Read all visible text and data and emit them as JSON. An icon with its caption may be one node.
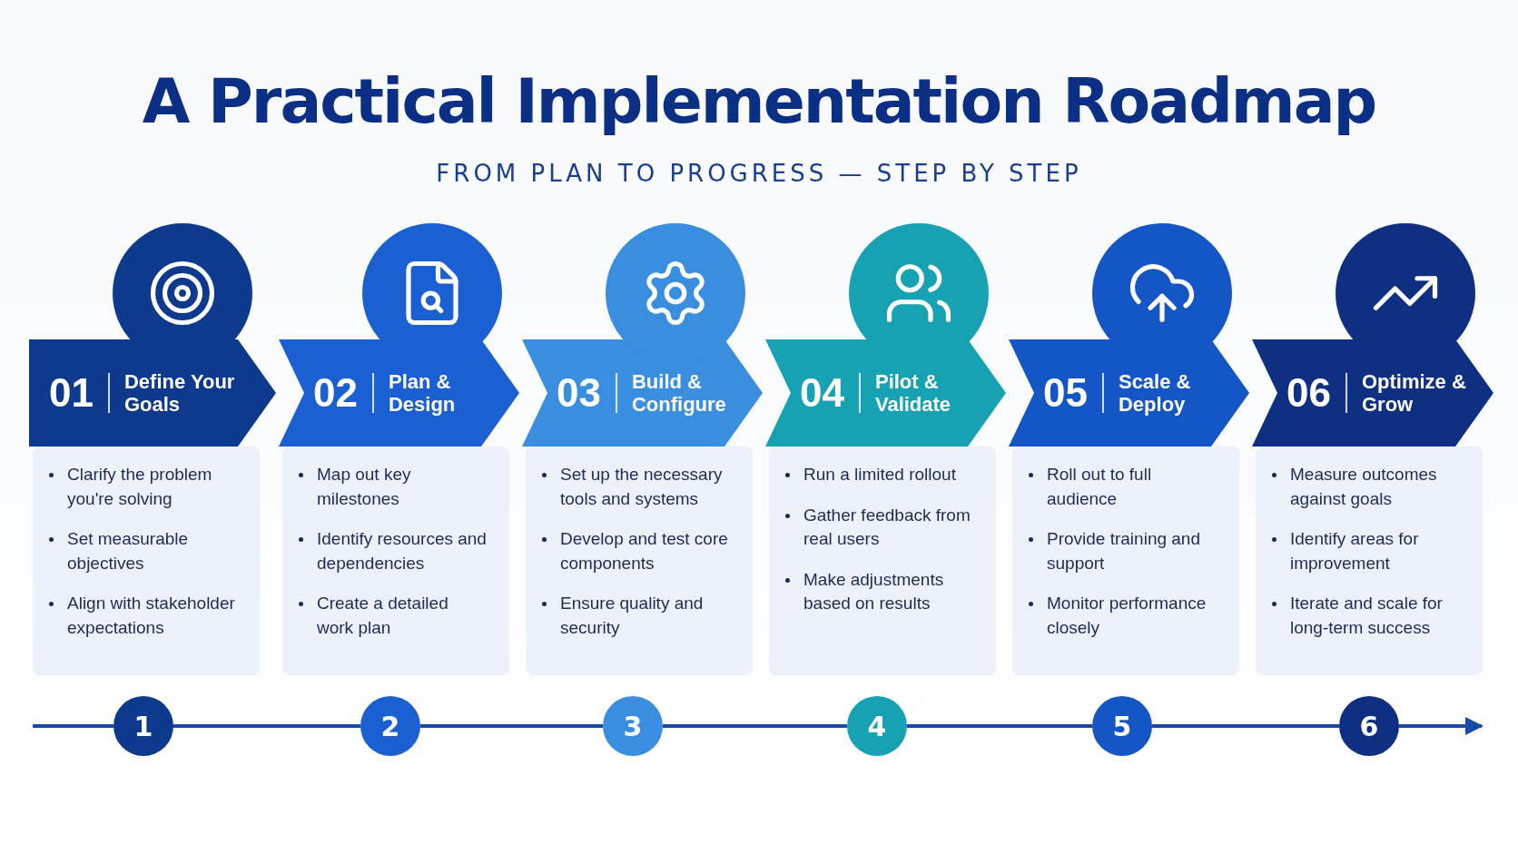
{
  "diagram": {
    "title": "A Practical Implementation Roadmap",
    "caption": "FROM PLAN TO PROGRESS — STEP BY STEP",
    "nodes": [
      {
        "text": [
          "01",
          "Define Your Goals"
        ]
      },
      {
        "text": [
          "Clarify the problem you're solving",
          "Set measurable objectives",
          "Align with stakeholder expectations"
        ]
      },
      {
        "text": [
          "02",
          "Plan & Design"
        ]
      },
      {
        "text": [
          "Map out key milestones",
          "Identify resources and dependencies",
          "Create a detailed work plan"
        ]
      },
      {
        "text": [
          "03",
          "Build & Configure"
        ]
      },
      {
        "text": [
          "Set up the necessary tools and systems",
          "Develop and test core components",
          "Ensure quality and security"
        ]
      },
      {
        "text": [
          "04",
          "Pilot & Validate"
        ]
      },
      {
        "text": [
          "Run a limited rollout",
          "Gather feedback from real users",
          "Make adjustments based on results"
        ]
      },
      {
        "text": [
          "05",
          "Scale & Deploy"
        ]
      },
      {
        "text": [
          "Roll out to full audience",
          "Provide training and support",
          "Monitor performance closely"
        ]
      },
      {
        "text": [
          "06",
          "Optimize & Grow"
        ]
      },
      {
        "text": [
          "Measure outcomes against goals",
          "Identify areas for improvement",
          "Iterate and scale for long-term success"
        ]
      },
      {
        "text": [
          "1"
        ]
      },
      {
        "text": [
          "2"
        ]
      },
      {
        "text": [
          "3"
        ]
      },
      {
        "text": [
          "4"
        ]
      },
      {
        "text": [
          "5"
        ]
      },
      {
        "text": [
          "6"
        ]
      }
    ],
    "edges": [
      {
        "from": null,
        "to": 12,
        "arrow": "none"
      },
      {
        "from": 12,
        "to": 13,
        "arrow": "none"
      },
      {
        "from": 13,
        "to": 14,
        "arrow": "none"
      },
      {
        "from": 14,
        "to": 15,
        "arrow": "none"
      },
      {
        "from": 15,
        "to": 16,
        "arrow": "none"
      },
      {
        "from": 16,
        "to": 17,
        "arrow": "none"
      },
      {
        "from": 17,
        "to": null,
        "arrow": "to"
      }
    ]
  }
}
